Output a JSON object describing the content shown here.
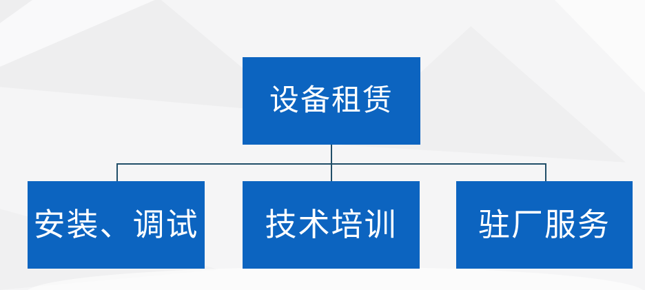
{
  "diagram": {
    "type": "org-chart",
    "root": {
      "id": "equipment-rental",
      "label": "设备租赁"
    },
    "children": [
      {
        "id": "install-debug",
        "label": "安装、调试"
      },
      {
        "id": "technical-training",
        "label": "技术培训"
      },
      {
        "id": "resident-service",
        "label": "驻厂服务"
      }
    ],
    "colors": {
      "node_fill": "#0c64c0",
      "node_text": "#ffffff",
      "connector": "#204e68",
      "background": "#f5f5f6"
    }
  }
}
